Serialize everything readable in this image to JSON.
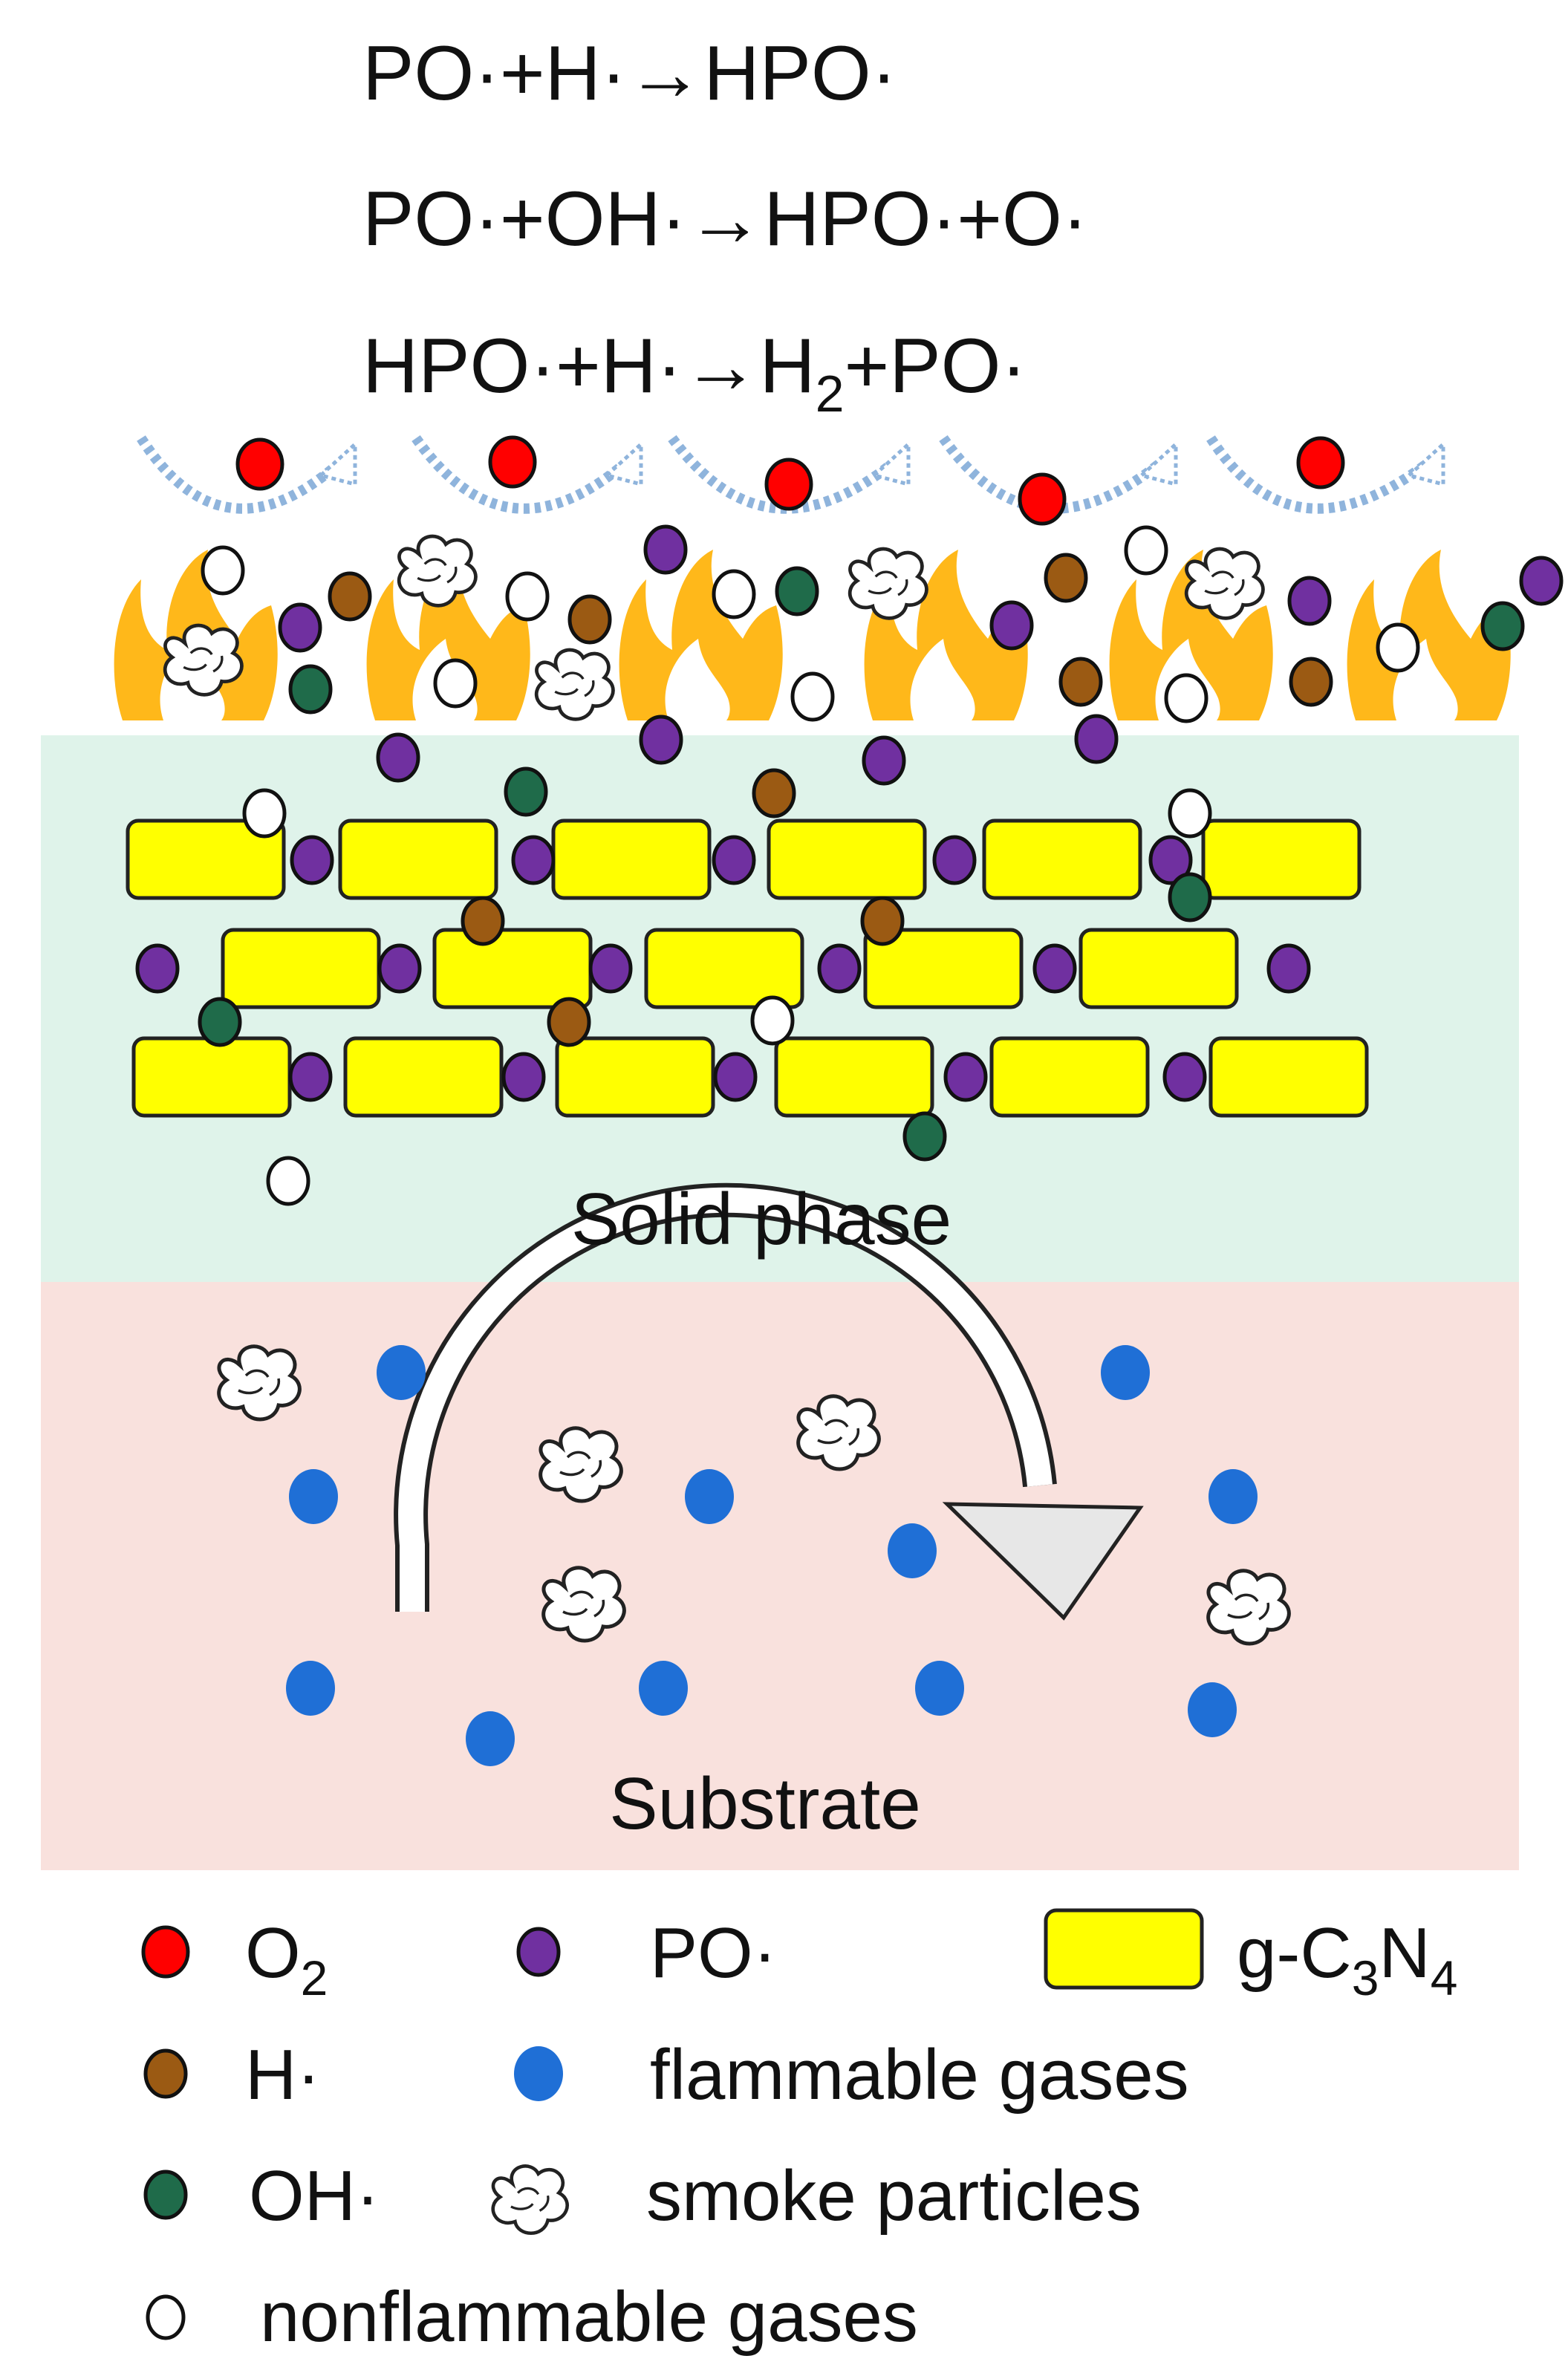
{
  "equations": [
    {
      "before": "PO·+H·→HPO·",
      "sub": "",
      "after": ""
    },
    {
      "before": "PO·+OH·→HPO·+O·",
      "sub": "",
      "after": ""
    },
    {
      "before": "HPO·+H·→H",
      "sub": "2",
      "after": "+PO·"
    }
  ],
  "zones": {
    "solid": {
      "label": "Solid phase",
      "fill": "#dff3ea"
    },
    "substrate": {
      "label": "Substrate",
      "fill": "#f9e1dd"
    }
  },
  "legend": {
    "o2": {
      "text": "O",
      "sub": "2"
    },
    "po": {
      "text": "PO·"
    },
    "gcn": {
      "text": "g-C",
      "sub1": "3",
      "mid": "N",
      "sub2": "4"
    },
    "h": {
      "text": "H·"
    },
    "flammable": {
      "text": "flammable gases"
    },
    "oh": {
      "text": "OH·"
    },
    "smoke": {
      "text": "smoke particles"
    },
    "nonflammable": {
      "text": "nonflammable gases"
    }
  },
  "colors": {
    "o2": "#ff0000",
    "po": "#7030a0",
    "h": "#9b5a13",
    "oh": "#1f6b4a",
    "nonflammable": "#ffffff",
    "flammable": "#1f6fd6",
    "gcn": "#ffff00",
    "flame": "#ffb81a",
    "dashed_arrow": "#8fb4dc"
  },
  "icons": [
    "flame-icon",
    "smoke-particle-icon",
    "curved-dashed-arrow",
    "substrate-circulation-arrow"
  ]
}
